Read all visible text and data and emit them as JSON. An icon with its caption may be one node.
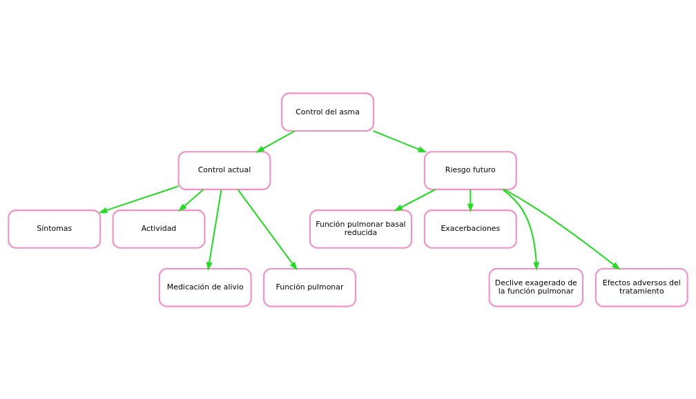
{
  "diagram": {
    "nodes": [
      {
        "text": [
          "Control del asma"
        ]
      },
      {
        "text": [
          "Control actual"
        ]
      },
      {
        "text": [
          "Riesgo futuro"
        ]
      },
      {
        "text": [
          "Síntomas"
        ]
      },
      {
        "text": [
          "Actividad"
        ]
      },
      {
        "text": [
          "Medicación de alivio"
        ]
      },
      {
        "text": [
          "Función pulmonar"
        ]
      },
      {
        "text": [
          "Función pulmonar basal reducida"
        ]
      },
      {
        "text": [
          "Exacerbaciones"
        ]
      },
      {
        "text": [
          "Declive exagerado de la función pulmonar"
        ]
      },
      {
        "text": [
          "Efectos adversos del tratamiento"
        ]
      }
    ],
    "edges": [
      {
        "from": 0,
        "to": 1,
        "arrow": "to"
      },
      {
        "from": 0,
        "to": 2,
        "arrow": "to"
      },
      {
        "from": 1,
        "to": 3,
        "arrow": "to"
      },
      {
        "from": 1,
        "to": 4,
        "arrow": "to"
      },
      {
        "from": 1,
        "to": 5,
        "arrow": "to"
      },
      {
        "from": 1,
        "to": 6,
        "arrow": "to"
      },
      {
        "from": 2,
        "to": 7,
        "arrow": "to"
      },
      {
        "from": 2,
        "to": 8,
        "arrow": "to"
      },
      {
        "from": 2,
        "to": 9,
        "arrow": "to"
      },
      {
        "from": 2,
        "to": 10,
        "arrow": "to"
      }
    ]
  }
}
